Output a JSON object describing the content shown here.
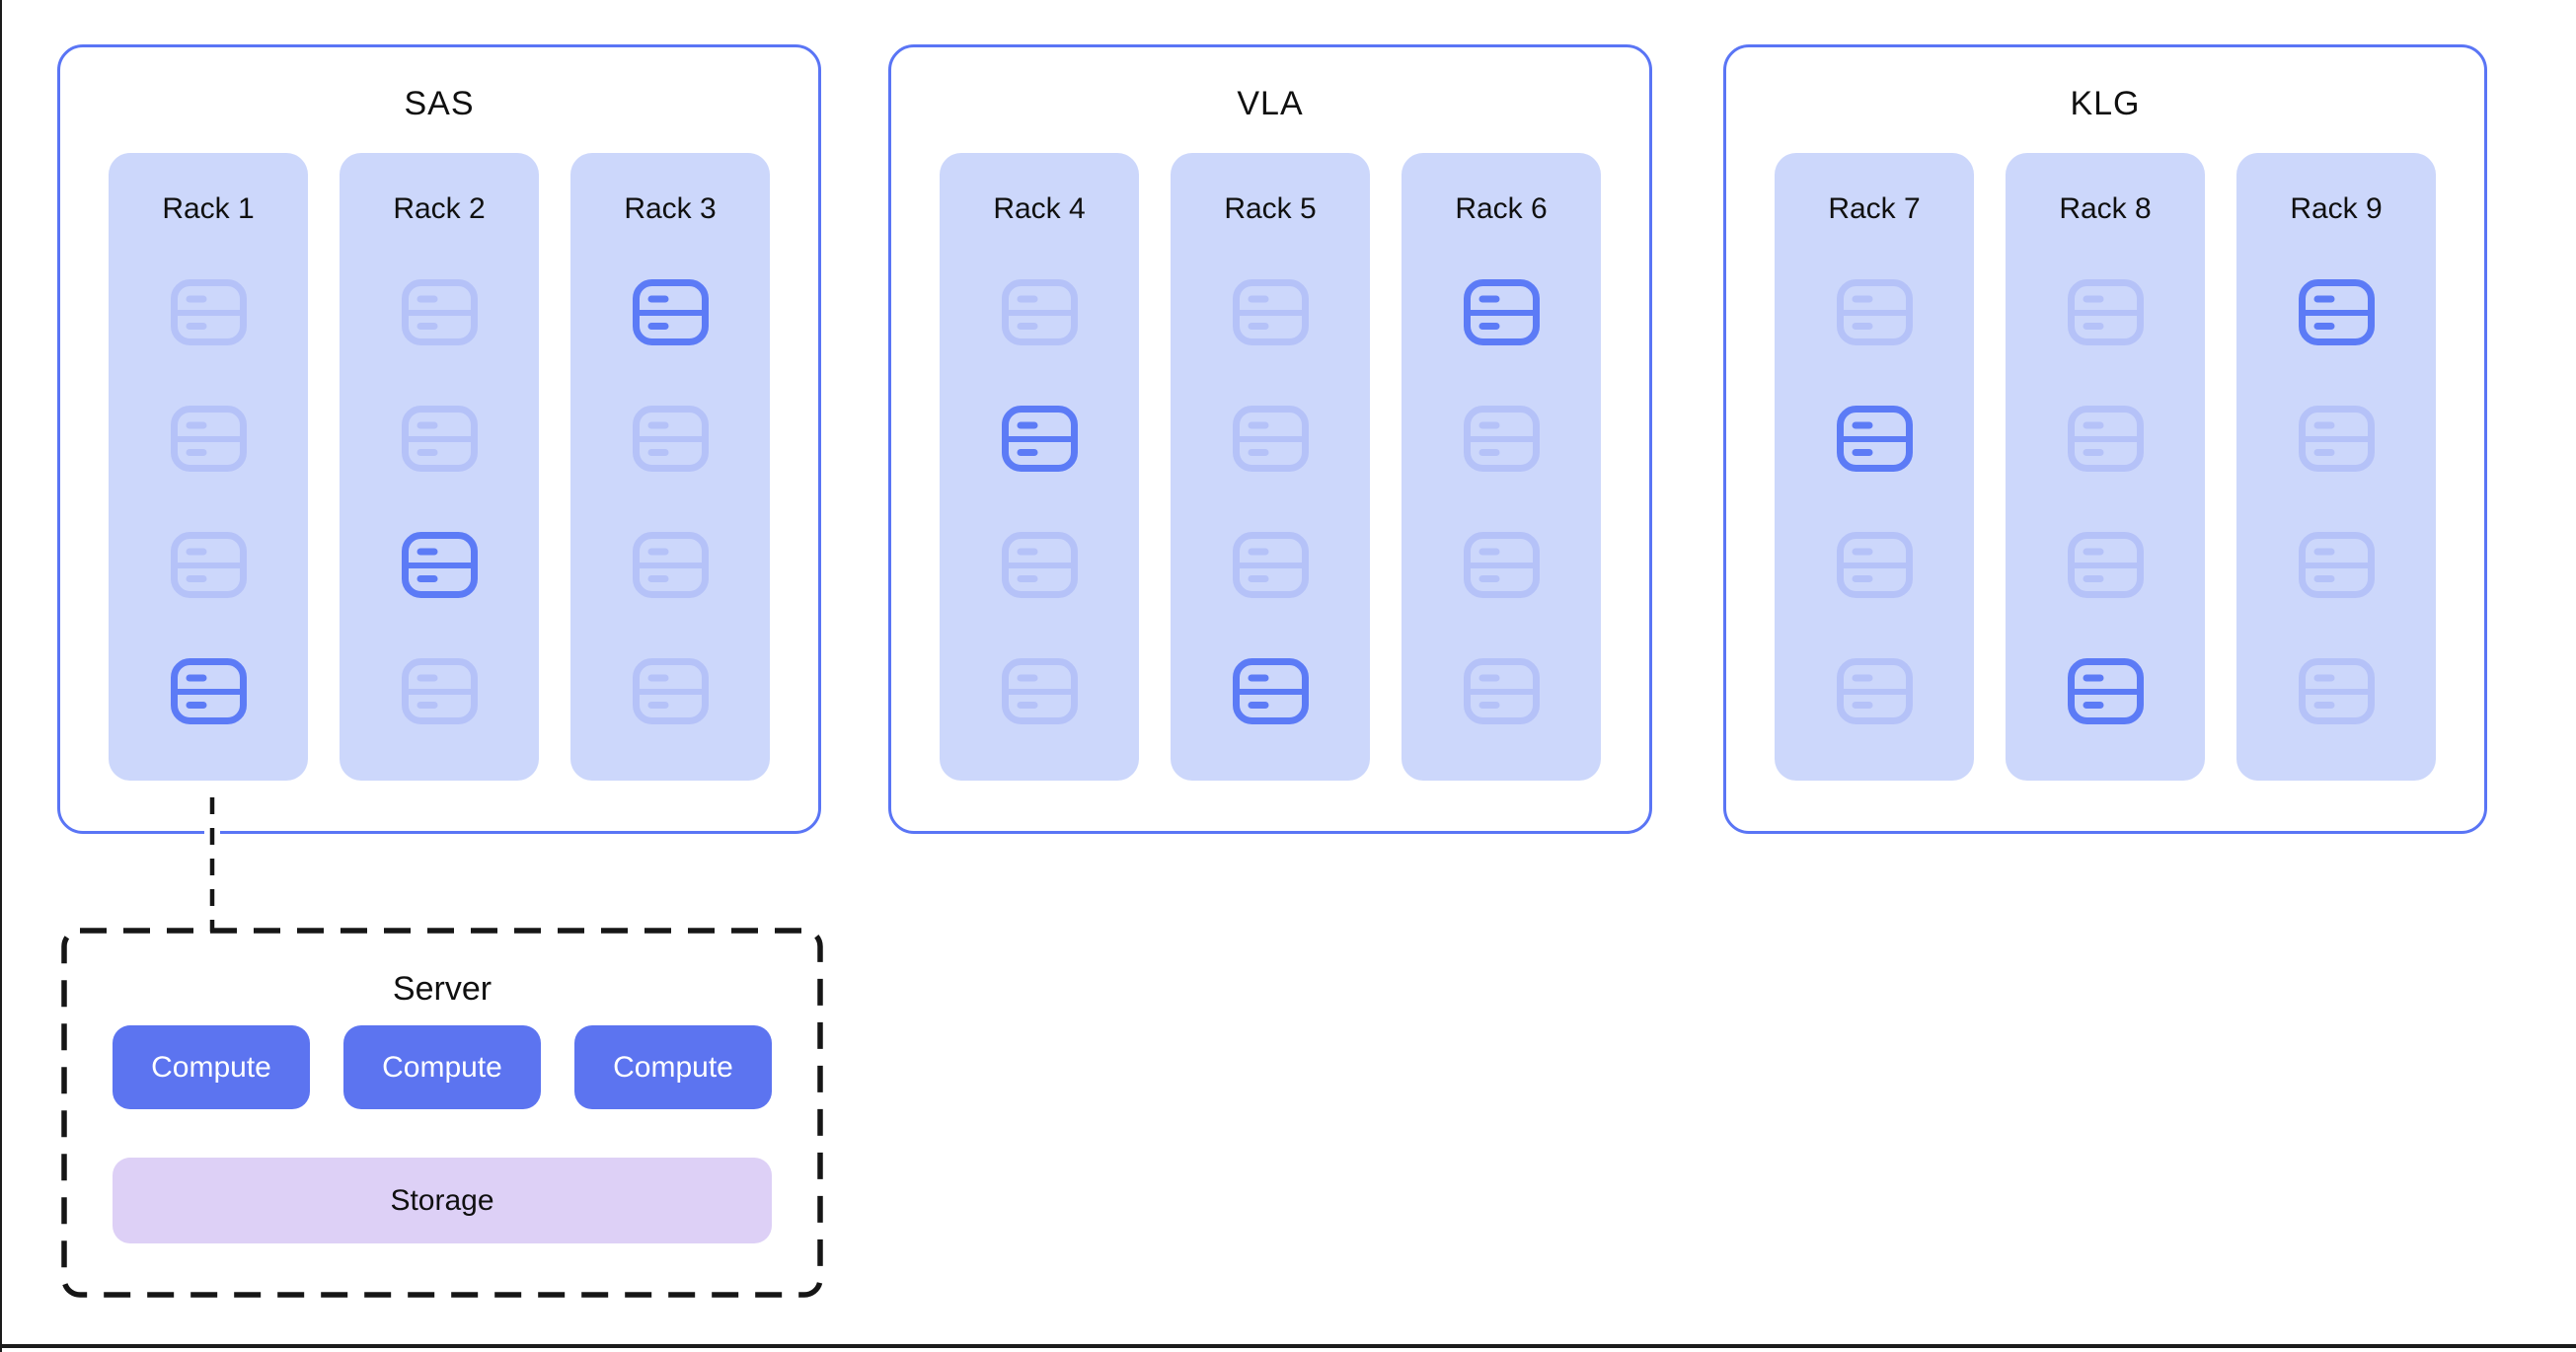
{
  "colors": {
    "dc_border": "#5a75f5",
    "rack_bg": "#ccd7fb",
    "icon_on": "#5c7bf6",
    "icon_off": "#b5c2f8",
    "compute_bg": "#5c74f0",
    "compute_text": "#ffffff",
    "storage_bg": "#ddd0f6",
    "text": "#101010",
    "frame_line": "#1b1b1b"
  },
  "datacenters": [
    {
      "name": "SAS",
      "racks": [
        {
          "label": "Rack 1",
          "servers": [
            "off",
            "off",
            "off",
            "on"
          ]
        },
        {
          "label": "Rack 2",
          "servers": [
            "off",
            "off",
            "on",
            "off"
          ]
        },
        {
          "label": "Rack 3",
          "servers": [
            "on",
            "off",
            "off",
            "off"
          ]
        }
      ]
    },
    {
      "name": "VLA",
      "racks": [
        {
          "label": "Rack 4",
          "servers": [
            "off",
            "on",
            "off",
            "off"
          ]
        },
        {
          "label": "Rack 5",
          "servers": [
            "off",
            "off",
            "off",
            "on"
          ]
        },
        {
          "label": "Rack 6",
          "servers": [
            "on",
            "off",
            "off",
            "off"
          ]
        }
      ]
    },
    {
      "name": "KLG",
      "racks": [
        {
          "label": "Rack 7",
          "servers": [
            "off",
            "on",
            "off",
            "off"
          ]
        },
        {
          "label": "Rack 8",
          "servers": [
            "off",
            "off",
            "off",
            "on"
          ]
        },
        {
          "label": "Rack 9",
          "servers": [
            "on",
            "off",
            "off",
            "off"
          ]
        }
      ]
    }
  ],
  "connector": {
    "from": "Rack 1",
    "to": "Server"
  },
  "server_detail": {
    "title": "Server",
    "compute_blocks": [
      "Compute",
      "Compute",
      "Compute"
    ],
    "storage_block": "Storage"
  }
}
